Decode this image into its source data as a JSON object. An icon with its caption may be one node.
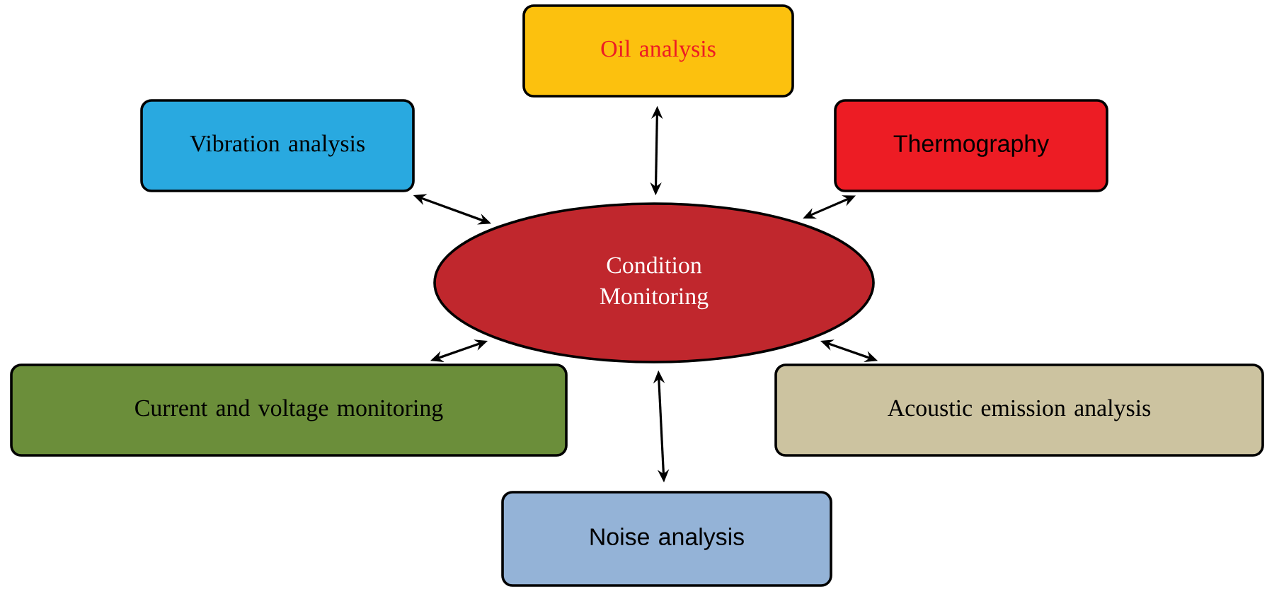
{
  "diagram": {
    "nodes": [
      {
        "text": [
          "Oil analysis"
        ]
      },
      {
        "text": [
          "Vibration analysis"
        ]
      },
      {
        "text": [
          "Thermography"
        ]
      },
      {
        "text": [
          "Condition Monitoring"
        ]
      },
      {
        "text": [
          "Current and voltage monitoring"
        ]
      },
      {
        "text": [
          "Acoustic emission analysis"
        ]
      },
      {
        "text": [
          "Noise analysis"
        ]
      }
    ],
    "edges": [
      {
        "from": 3,
        "to": 0,
        "arrow": "both"
      },
      {
        "from": 3,
        "to": 1,
        "arrow": "both"
      },
      {
        "from": 3,
        "to": 2,
        "arrow": "both"
      },
      {
        "from": 3,
        "to": 4,
        "arrow": "both"
      },
      {
        "from": 3,
        "to": 5,
        "arrow": "both"
      },
      {
        "from": 3,
        "to": 6,
        "arrow": "both"
      }
    ]
  }
}
